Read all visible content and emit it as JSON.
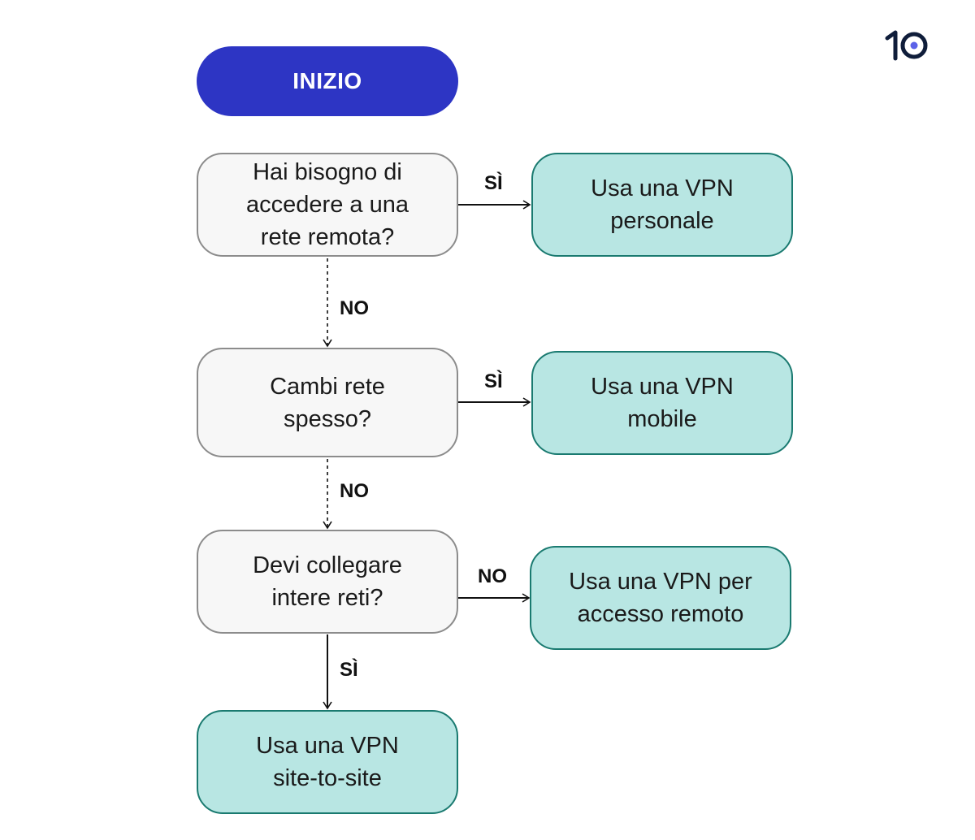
{
  "logo": {
    "text": "10"
  },
  "start": {
    "label": "INIZIO"
  },
  "questions": [
    "Hai bisogno di\naccedere a una\nrete remota?",
    "Cambi rete\nspesso?",
    "Devi collegare\nintere reti?"
  ],
  "results": [
    "Usa una VPN\npersonale",
    "Usa una VPN\nmobile",
    "Usa una VPN per\naccesso remoto",
    "Usa una VPN\nsite-to-site"
  ],
  "edge_labels": {
    "q1_yes": "SÌ",
    "q1_no": "NO",
    "q2_yes": "SÌ",
    "q2_no": "NO",
    "q3_no": "NO",
    "q3_yes": "SÌ"
  },
  "colors": {
    "start": "#2d35c4",
    "question_fill": "#f7f7f7",
    "question_border": "#8c8c8c",
    "result_fill": "#b8e6e3",
    "result_border": "#1a7a70",
    "logo_dot": "#5b62e8"
  }
}
